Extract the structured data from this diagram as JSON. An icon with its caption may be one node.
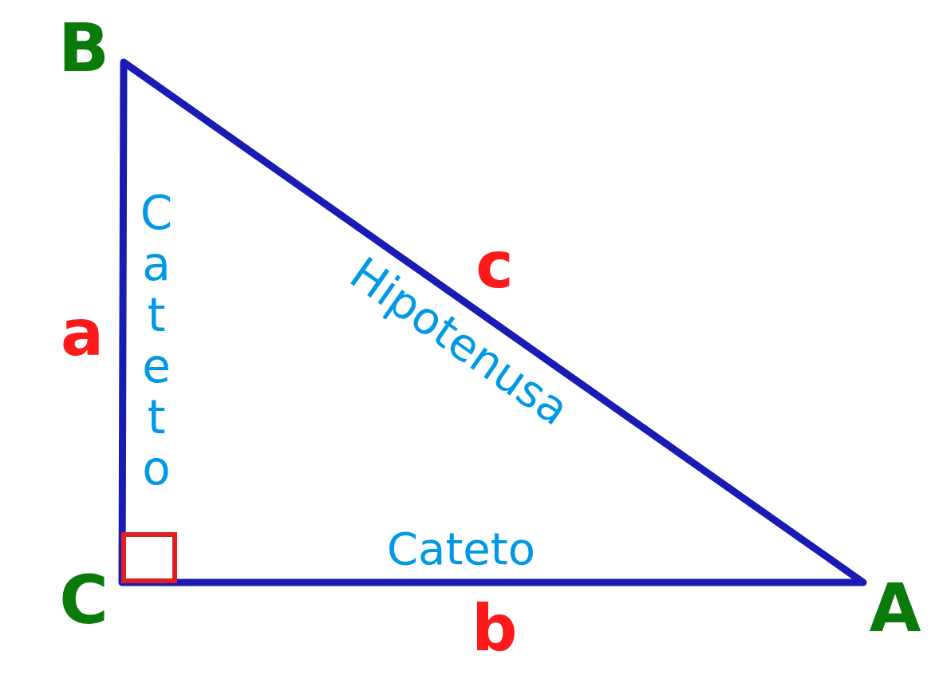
{
  "diagram": {
    "labels": [
      "B",
      "c",
      "Cateto",
      "Hipotenusa",
      "a",
      "Cateto",
      "C",
      "b",
      "A"
    ]
  }
}
